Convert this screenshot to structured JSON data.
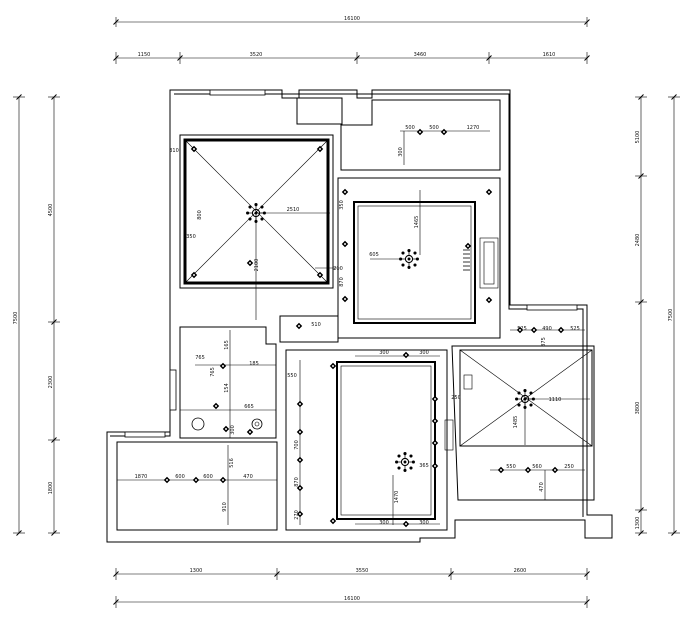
{
  "dimensions": {
    "top_overall": "16100",
    "top_segments": [
      "1150",
      "3520",
      "3460",
      "1610"
    ],
    "bottom_overall": "16100",
    "bottom_segments": [
      "1300",
      "3550",
      "2600"
    ],
    "left_overall": "7500",
    "left_segments": [
      "4500",
      "2300",
      "1800"
    ],
    "right_overall": "7500",
    "right_segments": [
      "5100",
      "2480",
      "3800",
      "1300"
    ]
  },
  "annotations": {
    "bedroom1_width": "2510",
    "bedroom1_height": "2100",
    "bedroom1_side": "800",
    "bedroom1_corner": "350",
    "bedroom1_top": "310",
    "living_a": "605",
    "living_b": "1465",
    "living_c": "350",
    "living_d": "210",
    "living_e": "870",
    "kitchen_a": "500",
    "kitchen_b": "500",
    "kitchen_c": "1270",
    "kitchen_d": "300",
    "hall_a": "510",
    "hall_b": "300",
    "hall_c": "300",
    "hall_d": "550",
    "hall_e": "700",
    "hall_f": "870",
    "hall_g": "270",
    "hall_h": "1470",
    "hall_i": "365",
    "hall_j": "300",
    "hall_k": "300",
    "bath_a": "765",
    "bath_b": "185",
    "bath_c": "165",
    "bath_d": "665",
    "bath_e": "765",
    "bath_f": "154",
    "bath_g": "300",
    "bedroom2_a": "1870",
    "bedroom2_b": "600",
    "bedroom2_c": "600",
    "bedroom2_d": "470",
    "bedroom2_e": "910",
    "bedroom2_f": "516",
    "bedroom3_a": "525",
    "bedroom3_b": "490",
    "bedroom3_c": "525",
    "bedroom3_d": "1110",
    "bedroom3_e": "1485",
    "bedroom3_f": "550",
    "bedroom3_g": "560",
    "bedroom3_h": "250",
    "bedroom3_i": "375",
    "bedroom3_j": "470"
  }
}
